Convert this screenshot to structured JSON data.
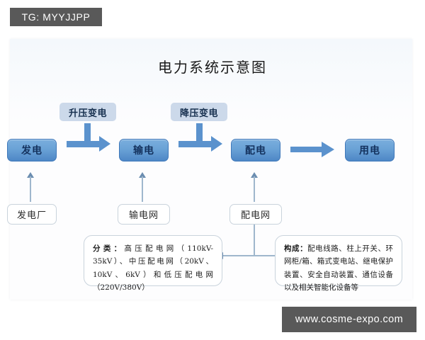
{
  "watermarks": {
    "top_tag": "TG: MYYJJPP",
    "bottom_url": "www.cosme-expo.com"
  },
  "diagram": {
    "title": "电力系统示意图",
    "stages": [
      {
        "label": "发电"
      },
      {
        "label": "输电"
      },
      {
        "label": "配电"
      },
      {
        "label": "用电"
      }
    ],
    "transformers": [
      {
        "label": "升压变电"
      },
      {
        "label": "降压变电"
      }
    ],
    "facilities": [
      {
        "label": "发电厂"
      },
      {
        "label": "输电网"
      },
      {
        "label": "配电网"
      }
    ],
    "details": [
      {
        "key": "classification",
        "title": "分类：",
        "text": "高压配电网（110kV-35kV）、中压配电网（20kV、10kV、6kV）和低压配电网（220V/380V）"
      },
      {
        "key": "composition",
        "title": "构成：",
        "text": "配电线路、柱上开关、环网柜/箱、箱式变电站、继电保护装置、安全自动装置、通信设备以及相关智能化设备等"
      }
    ],
    "colors": {
      "stage_box": "#6aa2d6",
      "stage_box_border": "#3f78ba",
      "stage_text": "#14325e",
      "transformer_box": "#ccd9ea",
      "arrow": "#5b92cd",
      "connector": "#9fb7cd",
      "panel_bg": "#fdfdfe",
      "watermark_bg": "#595959"
    }
  }
}
